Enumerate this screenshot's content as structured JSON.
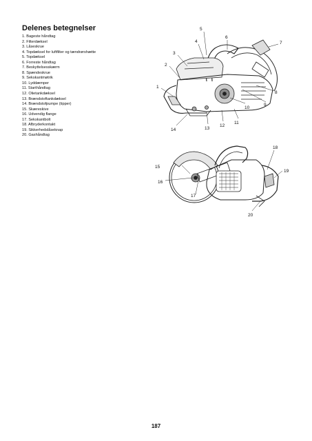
{
  "heading": "Delenes betegnelser",
  "parts": [
    "1. Bageste håndtag",
    "2. Filterdæksel",
    "3. Låseskrue",
    "4. Topdæksel for luftfilter og tændrørshætte",
    "5. Topdæksel",
    "6. Forreste håndtag",
    "7. Beskyttelsesskærm",
    "8. Spændeskrue",
    "9. Sekskantmøtrik",
    "10. Lyddæmper",
    "11. Starthåndtag",
    "12. Olietankdæksel",
    "13. Brændstoftankdæksel",
    "14. Brændstofpumpe (tipper)",
    "15. Skæreskive",
    "16. Udvendig flange",
    "17. Sekskantbolt",
    "18. Afbryderkontakt",
    "19. Sikkerhedslåseknap",
    "20. Gashåndtag"
  ],
  "callouts_top": [
    "1",
    "2",
    "3",
    "4",
    "5",
    "6",
    "7",
    "8",
    "9",
    "10",
    "11",
    "12",
    "13",
    "14"
  ],
  "callouts_bottom": [
    "15",
    "16",
    "17",
    "18",
    "19",
    "20"
  ],
  "page_number": "187"
}
